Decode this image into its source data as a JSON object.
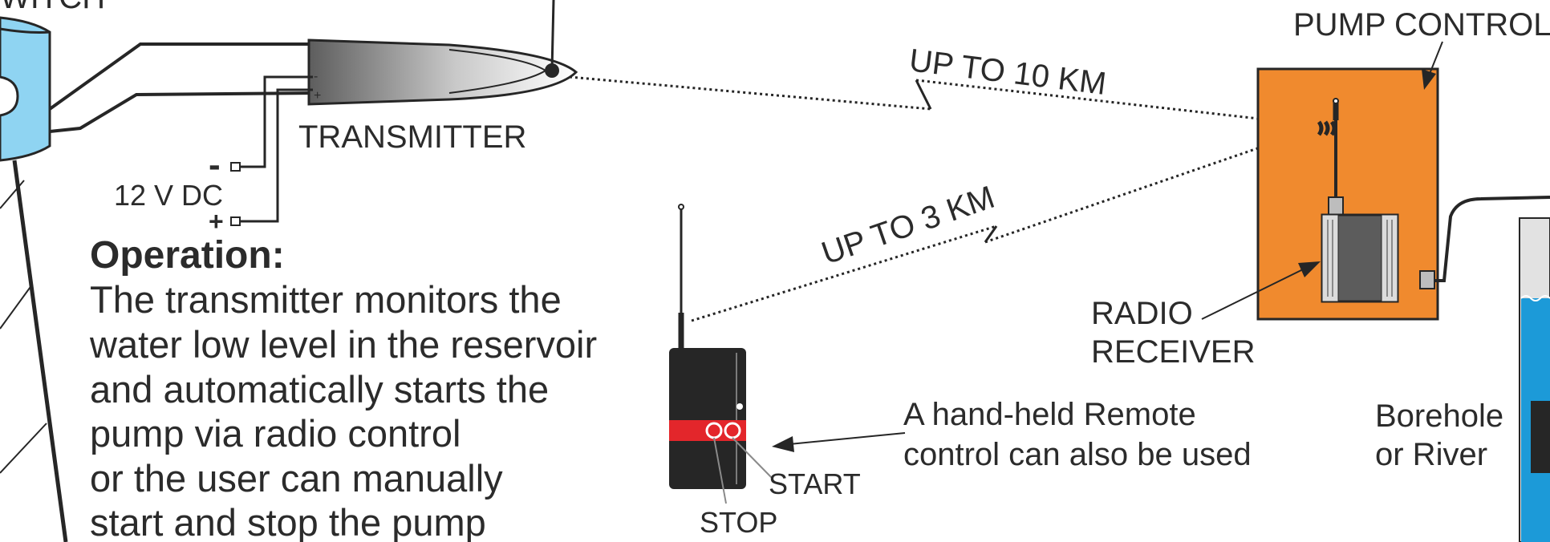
{
  "labels": {
    "switch_partial": "WITCH",
    "pump_control": "PUMP CONTROL",
    "transmitter": "TRANSMITTER",
    "voltage": "12 V DC",
    "minus_terminal": "-",
    "plus_terminal": "+",
    "minus_sign": "-",
    "plus_sign": "+",
    "range_long": "UP TO 10 KM",
    "range_short": "UP TO 3 KM",
    "radio_receiver_line1": "RADIO",
    "radio_receiver_line2": "RECEIVER",
    "remote_line1": "A hand-held Remote",
    "remote_line2": "control can also be used",
    "start": "START",
    "stop": "STOP",
    "source_line1": "Borehole",
    "source_line2": "or River"
  },
  "operation": {
    "title": "Operation:",
    "lines": [
      "The  transmitter monitors the",
      "water low level in the reservoir",
      "and  automatically starts the",
      "pump via radio control",
      "or the user can manually",
      "start and stop the pump"
    ]
  },
  "colors": {
    "line": "#262626",
    "panel_orange": "#f08a2e",
    "water_blue": "#8fd4f2",
    "river_blue": "#1c9ad8",
    "remote_body": "#262626",
    "remote_band": "#e3262b",
    "text": "#2b2b2b"
  }
}
